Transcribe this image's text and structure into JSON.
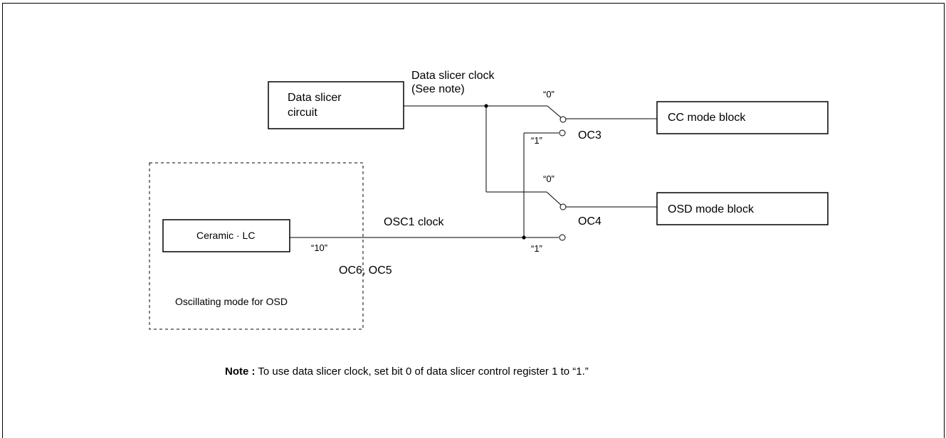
{
  "blocks": {
    "data_slicer_circuit": [
      "Data slicer",
      "circuit"
    ],
    "cc_mode_block": "CC mode block",
    "osd_mode_block": "OSD mode block",
    "ceramic_lc": "Ceramic · LC"
  },
  "signals": {
    "data_slicer_clock": [
      "Data slicer clock",
      "(See note)"
    ],
    "osc1_clock": "OSC1 clock"
  },
  "switches": {
    "oc3": {
      "name": "OC3",
      "pos0": "“0”",
      "pos1": "“1”"
    },
    "oc4": {
      "name": "OC4",
      "pos0": "“0”",
      "pos1": "“1”"
    },
    "oc6_oc5": {
      "name": "OC6, OC5",
      "value": "“10”"
    }
  },
  "oscillator_group_label": "Oscillating mode for OSD",
  "note": {
    "label": "Note :",
    "text": "To use data slicer clock, set bit 0 of data slicer control register 1 to “1.”"
  }
}
